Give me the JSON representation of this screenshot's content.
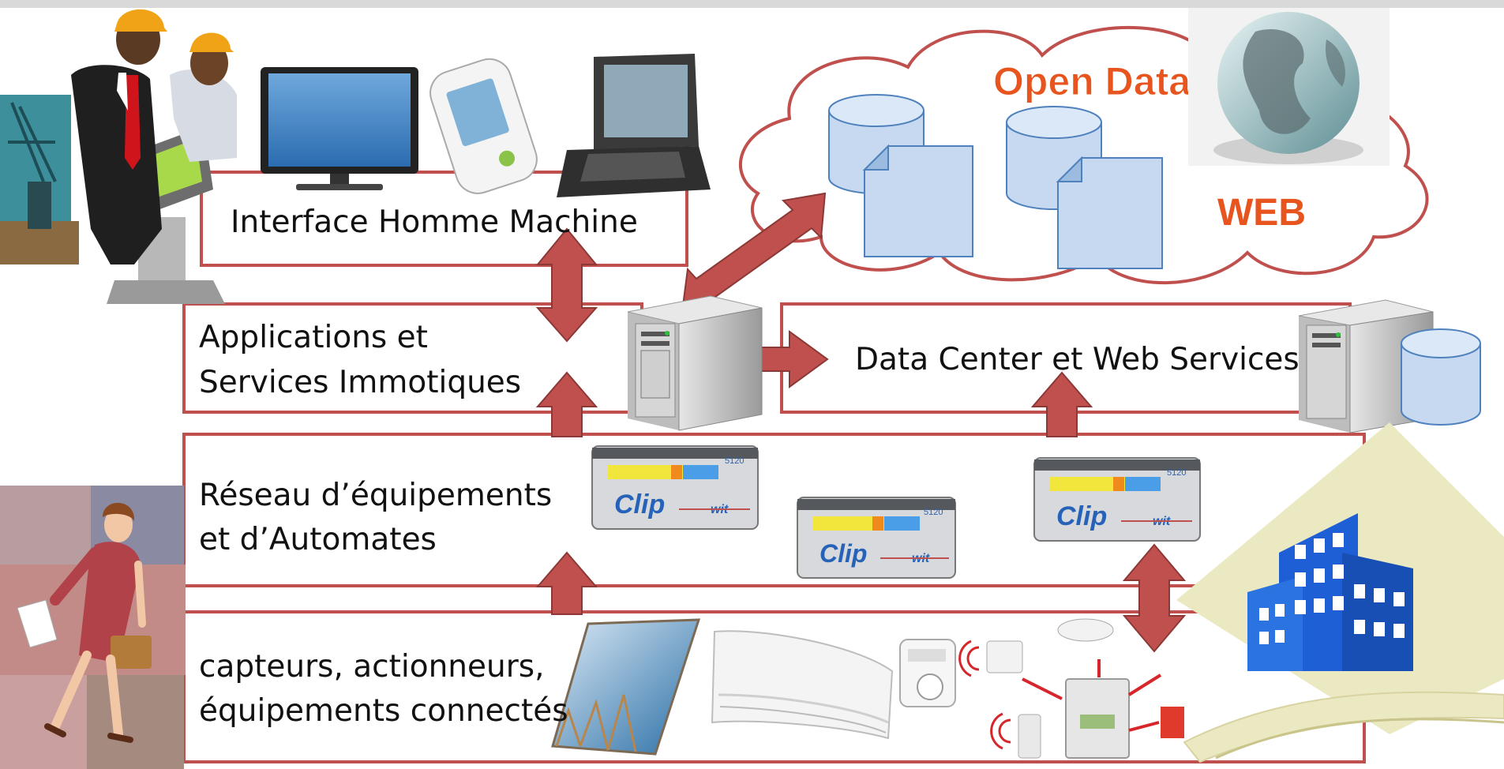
{
  "cloud": {
    "title": "Open Data",
    "subtitle": "WEB"
  },
  "layers": {
    "hmi": "Interface Homme Machine",
    "apps_line1": "Applications et",
    "apps_line2": "Services Immotiques",
    "datacenter": "Data Center et Web Services",
    "network_line1": "Réseau d’équipements",
    "network_line2": "et d’Automates",
    "sensors_line1": "capteurs, actionneurs,",
    "sensors_line2": "équipements connectés"
  },
  "devices": {
    "automate_brand": "Clip",
    "automate_maker": "wit",
    "automate_model": "5120"
  },
  "colors": {
    "box_border": "#c0504d",
    "arrow_fill": "#c0504d",
    "arrow_stroke": "#8c3836",
    "cloud_title": "#e8541e",
    "db_fill": "#c6d9f1",
    "building_fill": "#1f5fd6"
  },
  "icons": [
    "engineers-figure",
    "kiosk-icon",
    "monitor-icon",
    "pda-icon",
    "laptop-icon",
    "globe-icon",
    "database-icon",
    "document-icon",
    "server-icon",
    "automate-module-icon",
    "woman-figure",
    "solar-panel-icon",
    "air-conditioner-icon",
    "thermostat-icon",
    "alarm-system-icon",
    "building-icon"
  ]
}
